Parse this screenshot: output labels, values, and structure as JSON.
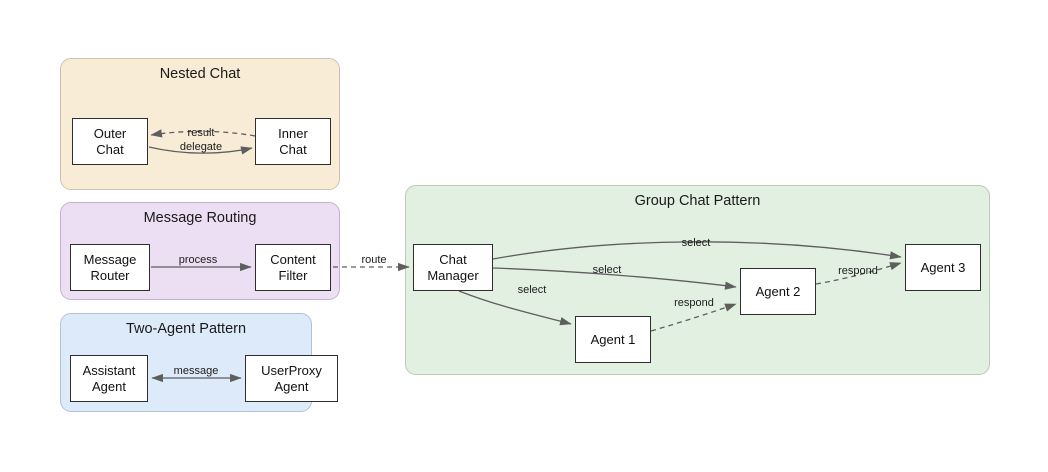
{
  "diagram": {
    "background": "#ffffff",
    "clusters": {
      "nested_chat": {
        "title": "Nested Chat",
        "bg": "#f9ecd7"
      },
      "message_routing": {
        "title": "Message Routing",
        "bg": "#ecdff3"
      },
      "two_agent": {
        "title": "Two-Agent Pattern",
        "bg": "#dceafa"
      },
      "group_chat": {
        "title": "Group Chat Pattern",
        "bg": "#e2f0e2"
      }
    },
    "nodes": {
      "outer_chat": {
        "label": "Outer\nChat"
      },
      "inner_chat": {
        "label": "Inner\nChat"
      },
      "message_router": {
        "label": "Message\nRouter"
      },
      "content_filter": {
        "label": "Content\nFilter"
      },
      "assistant_agent": {
        "label": "Assistant\nAgent"
      },
      "userproxy_agent": {
        "label": "UserProxy\nAgent"
      },
      "chat_manager": {
        "label": "Chat\nManager"
      },
      "agent_1": {
        "label": "Agent 1"
      },
      "agent_2": {
        "label": "Agent 2"
      },
      "agent_3": {
        "label": "Agent 3"
      }
    },
    "edges": {
      "inner_to_outer": {
        "label": "result",
        "style": "dashed"
      },
      "outer_to_inner": {
        "label": "delegate",
        "style": "solid"
      },
      "router_to_filter": {
        "label": "process",
        "style": "solid"
      },
      "filter_to_manager": {
        "label": "route",
        "style": "dashed"
      },
      "assistant_userproxy": {
        "label": "message",
        "style": "solid-bidirectional"
      },
      "manager_to_agent3": {
        "label": "select",
        "style": "solid"
      },
      "manager_to_agent2": {
        "label": "select",
        "style": "solid"
      },
      "manager_to_agent1": {
        "label": "select",
        "style": "solid"
      },
      "agent1_to_agent2": {
        "label": "respond",
        "style": "dashed"
      },
      "agent2_to_agent3": {
        "label": "respond",
        "style": "dashed"
      }
    },
    "colors": {
      "node_bg": "#ffffff",
      "node_border": "#2e2e2e",
      "edge": "#5e5e5e",
      "text": "#1a1a1a"
    }
  }
}
